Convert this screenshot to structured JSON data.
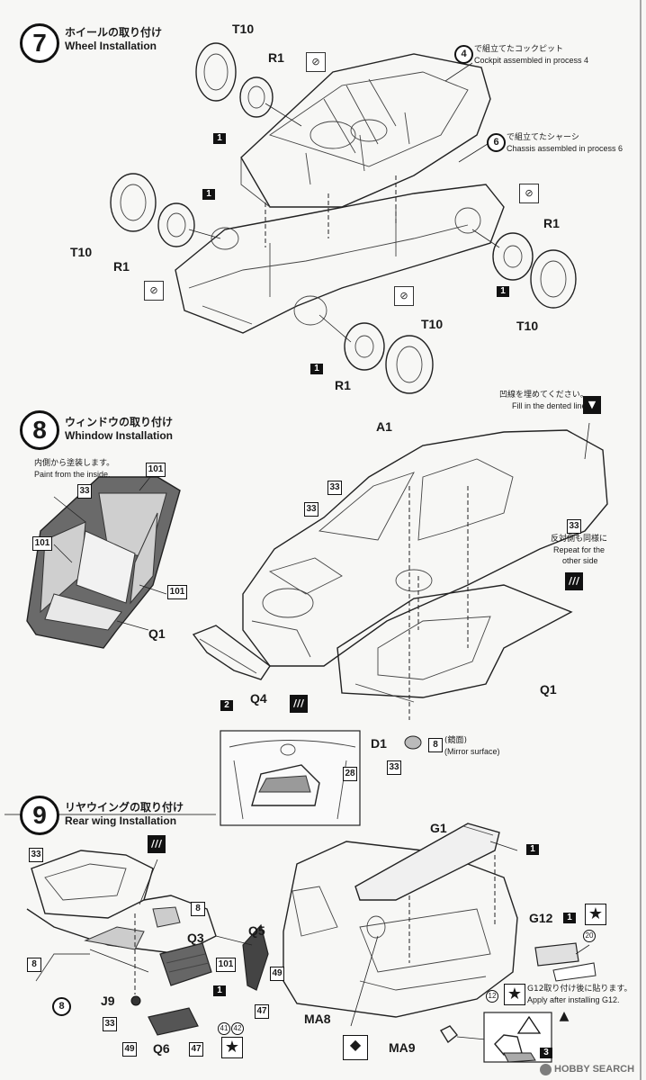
{
  "step7": {
    "number": "7",
    "title_jp": "ホイールの取り付け",
    "title_en": "Wheel Installation",
    "note_cockpit_num": "4",
    "note_cockpit_jp": "で組立てたコックピット",
    "note_cockpit_en": "Cockpit assembled in process 4",
    "note_chassis_num": "6",
    "note_chassis_jp": "で組立てたシャーシ",
    "note_chassis_en": "Chassis assembled in process 6",
    "tire_label": "T10",
    "wheel_label": "R1",
    "qty": "1"
  },
  "step8": {
    "number": "8",
    "title_jp": "ウィンドウの取り付け",
    "title_en": "Whindow Installation",
    "note_inside_jp": "内側から塗装します。",
    "note_inside_en": "Paint from the inside.",
    "note_dent_jp": "凹線を埋めてください。",
    "note_dent_en": "Fill in the dented lines.",
    "note_repeat_jp": "反対側も同様に",
    "note_repeat_en1": "Repeat for the",
    "note_repeat_en2": "other side",
    "mirror_jp": "(鏡面)",
    "mirror_en": "(Mirror surface)",
    "labels": {
      "a1": "A1",
      "q1": "Q1",
      "q4": "Q4",
      "d1": "D1",
      "c101": "101",
      "c33": "33",
      "c28": "28",
      "c8": "8",
      "qty2": "2"
    }
  },
  "step9": {
    "number": "9",
    "title_jp": "リヤウイングの取り付け",
    "title_en": "Rear wing Installation",
    "note_after_jp": "G12取り付け後に貼ります。",
    "note_after_en": "Apply after installing G12.",
    "labels": {
      "g1": "G1",
      "g12": "G12",
      "q3": "Q3",
      "q5": "Q5",
      "q6": "Q6",
      "j9": "J9",
      "ma8": "MA8",
      "ma9": "MA9",
      "c33": "33",
      "c8": "8",
      "c101": "101",
      "c49": "49",
      "c47": "47",
      "c41": "41",
      "c42": "42",
      "c12": "12",
      "c20": "20",
      "qty1": "1",
      "qty3": "3"
    }
  },
  "watermark": "HOBBY SEARCH",
  "icons": [
    "star-icon",
    "paint-swatch-icon",
    "no-glue-icon",
    "diamond-icon",
    "sticker-icon"
  ]
}
